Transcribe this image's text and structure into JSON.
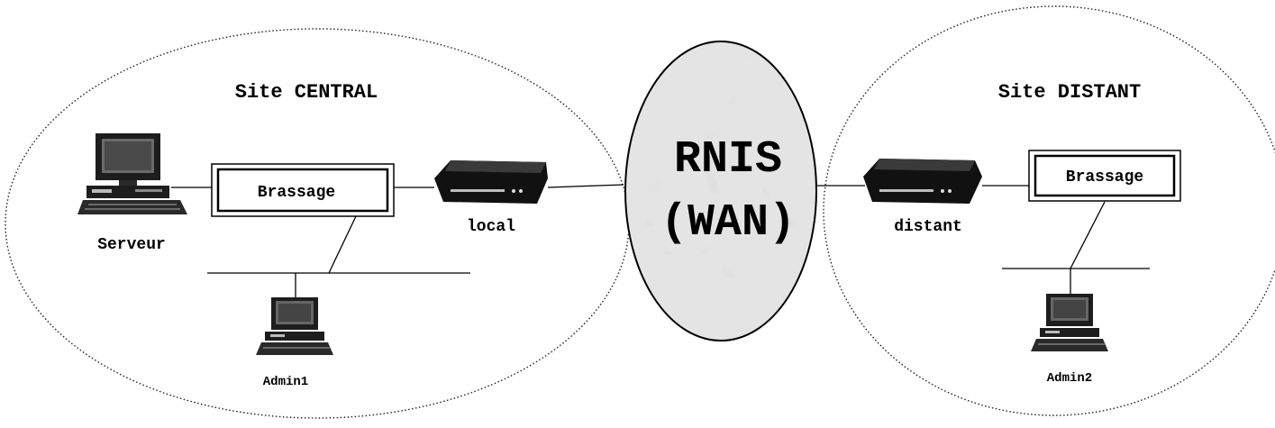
{
  "central": {
    "title": "Site CENTRAL",
    "patch_label": "Brassage",
    "server_label": "Serveur",
    "router_label": "local",
    "admin_label": "Admin1"
  },
  "wan": {
    "line1": "RNIS",
    "line2": "(WAN)"
  },
  "remote": {
    "title": "Site DISTANT",
    "patch_label": "Brassage",
    "router_label": "distant",
    "admin_label": "Admin2"
  },
  "icons": {
    "server": "desktop-computer-icon",
    "router": "modem-router-icon",
    "admin": "workstation-icon"
  }
}
